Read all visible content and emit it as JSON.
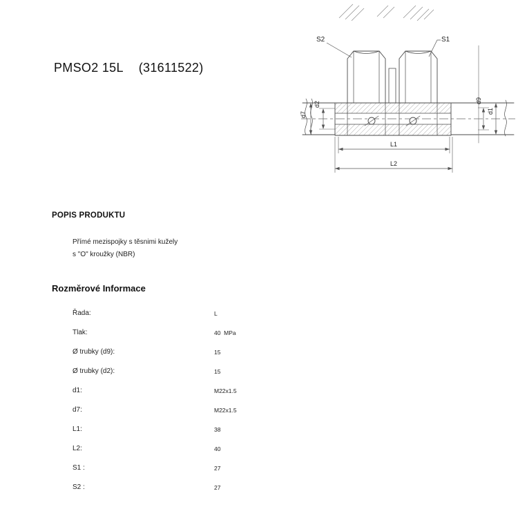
{
  "header": {
    "product_name": "PMSO2 15L",
    "product_code": "(31611522)"
  },
  "diagram": {
    "labels": {
      "s1": "S1",
      "s2": "S2",
      "d1": "d1",
      "d2": "d2",
      "d7": "d7",
      "d9": "d9",
      "l1": "L1",
      "l2": "L2"
    }
  },
  "description": {
    "heading": "POPIS PRODUKTU",
    "lines": [
      "Přímé mezispojky s těsnimi kužely",
      "s \"O\" kroužky (NBR)"
    ]
  },
  "dimensions": {
    "heading": "Rozměrové Informace",
    "rows": [
      {
        "label": "Řada:",
        "value": "L"
      },
      {
        "label": "Tlak:",
        "value": "40  MPa"
      },
      {
        "label": "Ø trubky (d9):",
        "value": "15"
      },
      {
        "label": "Ø trubky (d2):",
        "value": "15"
      },
      {
        "label": "d1:",
        "value": "M22x1.5"
      },
      {
        "label": "d7:",
        "value": "M22x1.5"
      },
      {
        "label": "L1:",
        "value": "38"
      },
      {
        "label": "L2:",
        "value": "40"
      },
      {
        "label": "S1 :",
        "value": "27"
      },
      {
        "label": "S2 :",
        "value": "27"
      }
    ]
  }
}
